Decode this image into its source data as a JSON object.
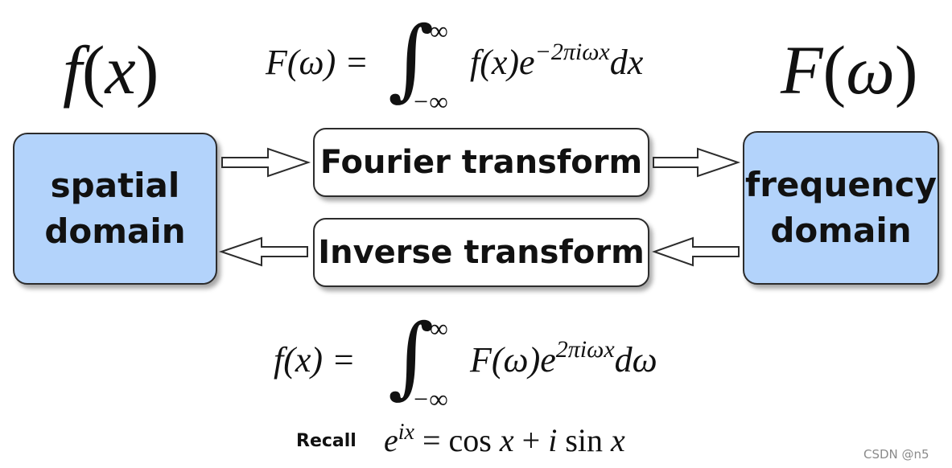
{
  "domains": {
    "spatial": {
      "line1": "spatial",
      "line2": "domain",
      "symbol": {
        "fn": "f",
        "arg": "x"
      }
    },
    "frequency": {
      "line1": "frequency",
      "line2": "domain",
      "symbol": {
        "fn": "F",
        "arg": "ω"
      }
    }
  },
  "transforms": {
    "forward": {
      "label": "Fourier transform"
    },
    "inverse": {
      "label": "Inverse transform"
    }
  },
  "formulas": {
    "forward": {
      "lhs": "F(ω) =",
      "upper_limit": "∞",
      "lower_limit": "−∞",
      "integrand_main": "f(x)e",
      "exponent": "−2πiωx",
      "differential": "dx"
    },
    "inverse": {
      "lhs": "f(x) =",
      "upper_limit": "∞",
      "lower_limit": "−∞",
      "integrand_main": "F(ω)e",
      "exponent": "2πiωx",
      "differential": "dω"
    },
    "recall": {
      "label": "Recall",
      "base": "e",
      "exponent": "ix",
      "rhs_1": " = cos ",
      "rhs_x1": "x",
      "rhs_2": " + ",
      "rhs_i": "i",
      "rhs_3": " sin ",
      "rhs_x2": "x"
    }
  },
  "watermark": "CSDN @n5",
  "colors": {
    "domain_fill": "#b3d3fb",
    "box_border": "#2c2c2c",
    "arrow_fill": "#ffffff"
  }
}
